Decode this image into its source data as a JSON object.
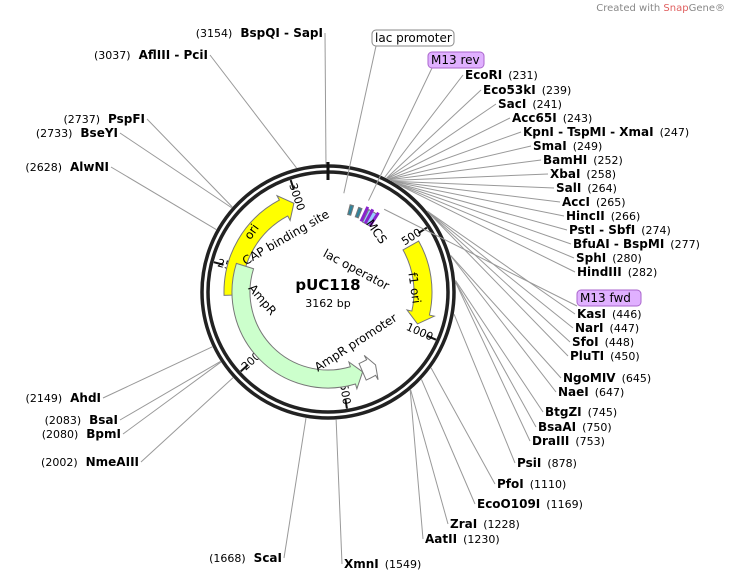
{
  "credit": {
    "prefix": "Created with ",
    "brand1": "Snap",
    "brand2": "Gene®"
  },
  "plasmid": {
    "name": "pUC118",
    "length_label": "3162 bp",
    "length": 3162
  },
  "ticks": [
    "500",
    "1000",
    "1500",
    "2000",
    "2500",
    "3000"
  ],
  "features": [
    {
      "name": "ori",
      "start": 2355,
      "end": 2977,
      "dir": "cw",
      "color": "#ffff00"
    },
    {
      "name": "f1 ori",
      "start": 533,
      "end": 963,
      "dir": "cw",
      "color": "#ffff00"
    },
    {
      "name": "AmpR",
      "start": 1375,
      "end": 2524,
      "dir": "ccw",
      "color": "#ccffcc"
    },
    {
      "name": "AmpR promoter",
      "start": 1290,
      "end": 1375,
      "dir": "ccw",
      "color": "#ffffff"
    },
    {
      "name": "CAP binding site",
      "start": 125,
      "end": 145,
      "dir": "none",
      "color": "#31849b"
    },
    {
      "name": "lac operator",
      "start": 175,
      "end": 195,
      "dir": "none",
      "color": "#31849b"
    },
    {
      "name": "MCS",
      "start": 231,
      "end": 290,
      "dir": "none",
      "color": "#99ccff"
    }
  ],
  "primers": [
    {
      "name": "lac promoter",
      "pos": 80,
      "color": "#ffffff"
    },
    {
      "name": "M13 rev",
      "pos": 210,
      "color": "#e0b0ff"
    },
    {
      "name": "M13 fwd",
      "pos": 300,
      "color": "#e0b0ff"
    }
  ],
  "sites": [
    {
      "name": "EcoRI",
      "pos": "(231)"
    },
    {
      "name": "Eco53kI",
      "pos": "(239)"
    },
    {
      "name": "SacI",
      "pos": "(241)"
    },
    {
      "name": "Acc65I",
      "pos": "(243)"
    },
    {
      "name": "KpnI - TspMI - XmaI",
      "pos": "(247)"
    },
    {
      "name": "SmaI",
      "pos": "(249)"
    },
    {
      "name": "BamHI",
      "pos": "(252)"
    },
    {
      "name": "XbaI",
      "pos": "(258)"
    },
    {
      "name": "SalI",
      "pos": "(264)"
    },
    {
      "name": "AccI",
      "pos": "(265)"
    },
    {
      "name": "HincII",
      "pos": "(266)"
    },
    {
      "name": "PstI - SbfI",
      "pos": "(274)"
    },
    {
      "name": "BfuAI - BspMI",
      "pos": "(277)"
    },
    {
      "name": "SphI",
      "pos": "(280)"
    },
    {
      "name": "HindIII",
      "pos": "(282)"
    },
    {
      "name": "KasI",
      "pos": "(446)"
    },
    {
      "name": "NarI",
      "pos": "(447)"
    },
    {
      "name": "SfoI",
      "pos": "(448)"
    },
    {
      "name": "PluTI",
      "pos": "(450)"
    },
    {
      "name": "NgoMIV",
      "pos": "(645)"
    },
    {
      "name": "NaeI",
      "pos": "(647)"
    },
    {
      "name": "BtgZI",
      "pos": "(745)"
    },
    {
      "name": "BsaAI",
      "pos": "(750)"
    },
    {
      "name": "DraIII",
      "pos": "(753)"
    },
    {
      "name": "PsiI",
      "pos": "(878)"
    },
    {
      "name": "PfoI",
      "pos": "(1110)"
    },
    {
      "name": "EcoO109I",
      "pos": "(1169)"
    },
    {
      "name": "ZraI",
      "pos": "(1228)"
    },
    {
      "name": "AatII",
      "pos": "(1230)"
    },
    {
      "name": "XmnI",
      "pos": "(1549)"
    },
    {
      "name": "ScaI",
      "pos": "(1668)"
    },
    {
      "name": "NmeAIII",
      "pos": "(2002)"
    },
    {
      "name": "BpmI",
      "pos": "(2080)"
    },
    {
      "name": "BsaI",
      "pos": "(2083)"
    },
    {
      "name": "AhdI",
      "pos": "(2149)"
    },
    {
      "name": "AlwNI",
      "pos": "(2628)"
    },
    {
      "name": "BseYI",
      "pos": "(2733)"
    },
    {
      "name": "PspFI",
      "pos": "(2737)"
    },
    {
      "name": "AflIII - PciI",
      "pos": "(3037)"
    },
    {
      "name": "BspQI - SapI",
      "pos": "(3154)"
    }
  ]
}
